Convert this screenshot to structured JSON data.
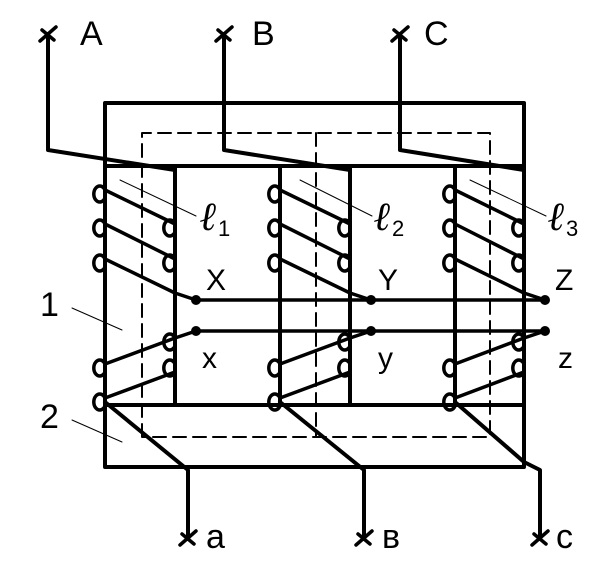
{
  "terminals": {
    "primary": [
      "A",
      "B",
      "C"
    ],
    "secondary": [
      "a",
      "в",
      "c"
    ]
  },
  "windings": [
    {
      "letter": "ℓ",
      "index": "1"
    },
    {
      "letter": "ℓ",
      "index": "2"
    },
    {
      "letter": "ℓ",
      "index": "3"
    }
  ],
  "star_points": {
    "primary": [
      "X",
      "Y",
      "Z"
    ],
    "secondary": [
      "x",
      "y",
      "z"
    ]
  },
  "parts": [
    "1",
    "2"
  ]
}
